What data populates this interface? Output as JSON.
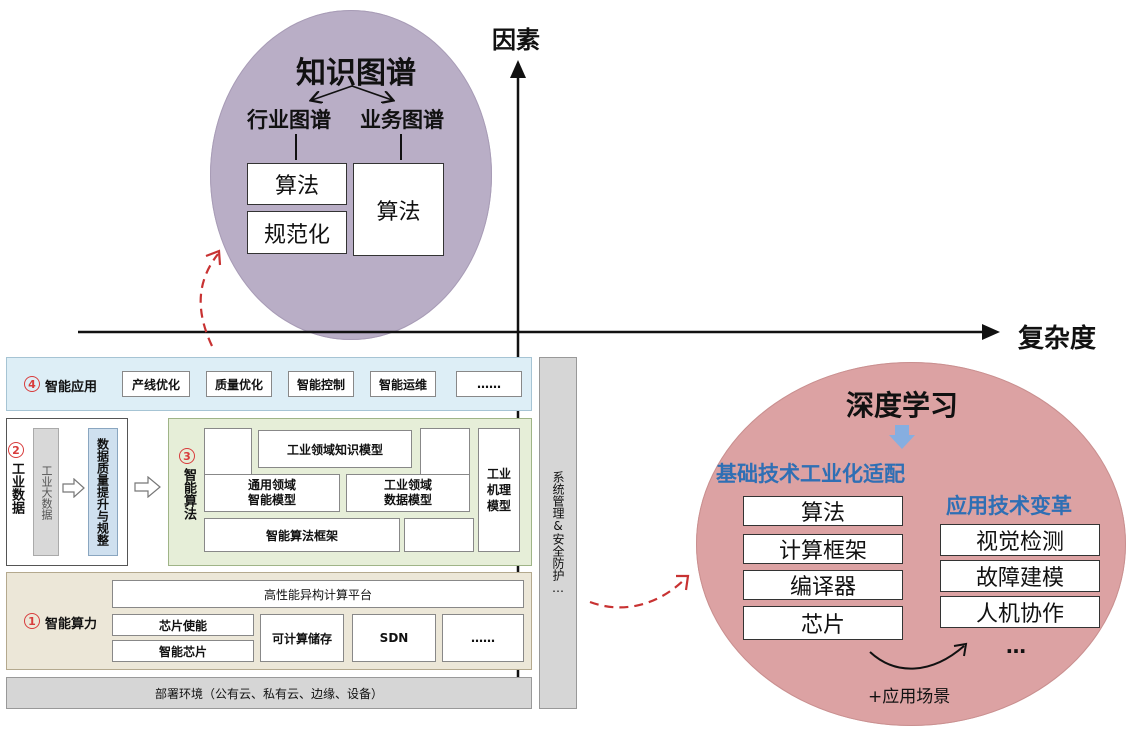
{
  "axes": {
    "y_label": "因素",
    "x_label": "复杂度"
  },
  "knowledge_graph": {
    "title": "知识图谱",
    "industry_graph": "行业图谱",
    "business_graph": "业务图谱",
    "algorithm_left": "算法",
    "normalization": "规范化",
    "algorithm_right": "算法"
  },
  "deep_learning": {
    "title": "深度学习",
    "left_heading": "基础技术工业化适配",
    "left_items": [
      "算法",
      "计算框架",
      "编译器",
      "芯片"
    ],
    "right_heading": "应用技术变革",
    "right_items": [
      "视觉检测",
      "故障建模",
      "人机协作"
    ],
    "ellipsis": "…",
    "scenario": "+应用场景"
  },
  "layers": {
    "smart_app": {
      "num": "4",
      "label": "智能应用",
      "items": [
        "产线优化",
        "质量优化",
        "智能控制",
        "智能运维",
        "……"
      ]
    },
    "industrial_data": {
      "num": "2",
      "label": "工业数据",
      "big_data": "工业大数据",
      "quality": "数据质量提升与规整"
    },
    "smart_algo": {
      "num": "3",
      "label": "智能算法",
      "knowledge_model": "工业领域知识模型",
      "general_model": "通用领域\n智能模型",
      "data_model": "工业领域\n数据模型",
      "mechanism_model": "工业\n机理\n模型",
      "framework": "智能算法框架"
    },
    "smart_compute": {
      "num": "1",
      "label": "智能算力",
      "platform": "高性能异构计算平台",
      "chip_enable": "芯片使能",
      "smart_chip": "智能芯片",
      "storage": "可计算储存",
      "sdn": "SDN",
      "more": "……"
    },
    "deploy": "部署环境（公有云、私有云、边缘、设备）",
    "security": "系统管理&安全防护…"
  },
  "colors": {
    "purple_ellipse": "#b9aec6",
    "pink_ellipse": "#dca2a3",
    "blue_heading": "#2f6fb4",
    "red_accent": "#d83c3c",
    "app_layer_bg": "#ddeef6",
    "algo_layer_bg": "#e6eed8",
    "compute_layer_bg": "#ece7d8",
    "grey_layer": "#d6d6d6"
  }
}
